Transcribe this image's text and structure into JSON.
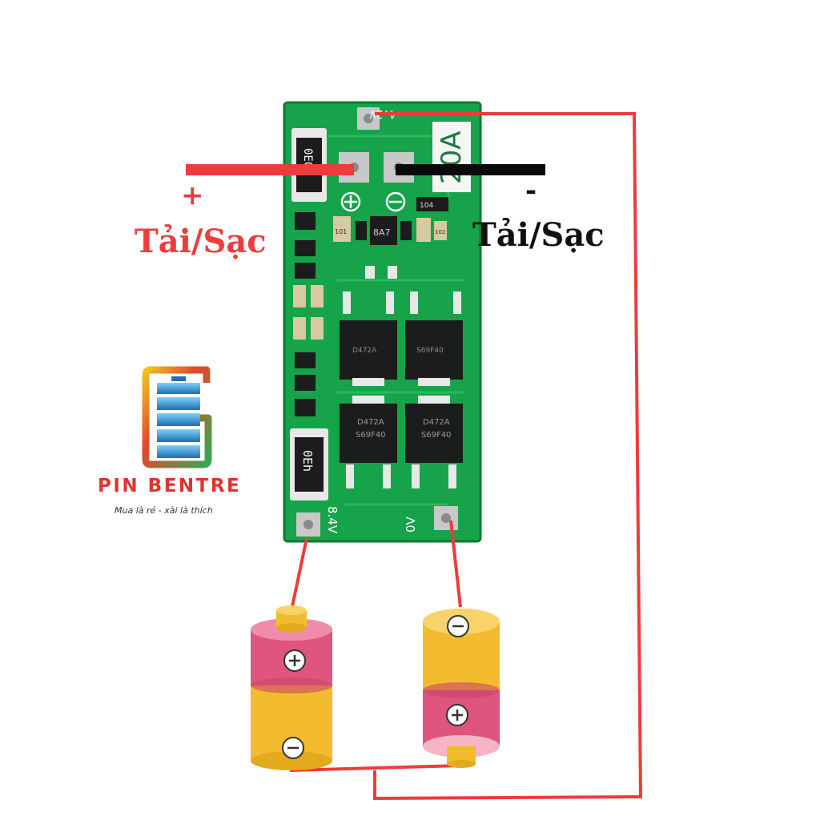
{
  "labels": {
    "left_sign": "+",
    "left_text": "Tải/Sạc",
    "right_sign": "-",
    "right_text": "Tải/Sạc"
  },
  "board": {
    "top_pad": "4.2V",
    "rating": "20A",
    "bottom_left_pad": "8.4V",
    "bottom_right_pad": "0V",
    "resistor_top": "0E0",
    "resistor_bottom": "0Eh",
    "ic_label": "8A7",
    "mosfet_code_1": "D472A",
    "mosfet_code_2": "S69F40",
    "chip_r": "101",
    "chip_r2": "102",
    "chip_r3": "104"
  },
  "brand": {
    "name": "PIN BENTRE",
    "slogan": "Mua là rẻ - xài là thích"
  },
  "colors": {
    "wire_red": "#ee3b3b",
    "wire_black": "#0a0a0a",
    "pcb_green": "#16a34a",
    "battery_pink": "#e0557e",
    "battery_yellow": "#f2bc2e"
  }
}
